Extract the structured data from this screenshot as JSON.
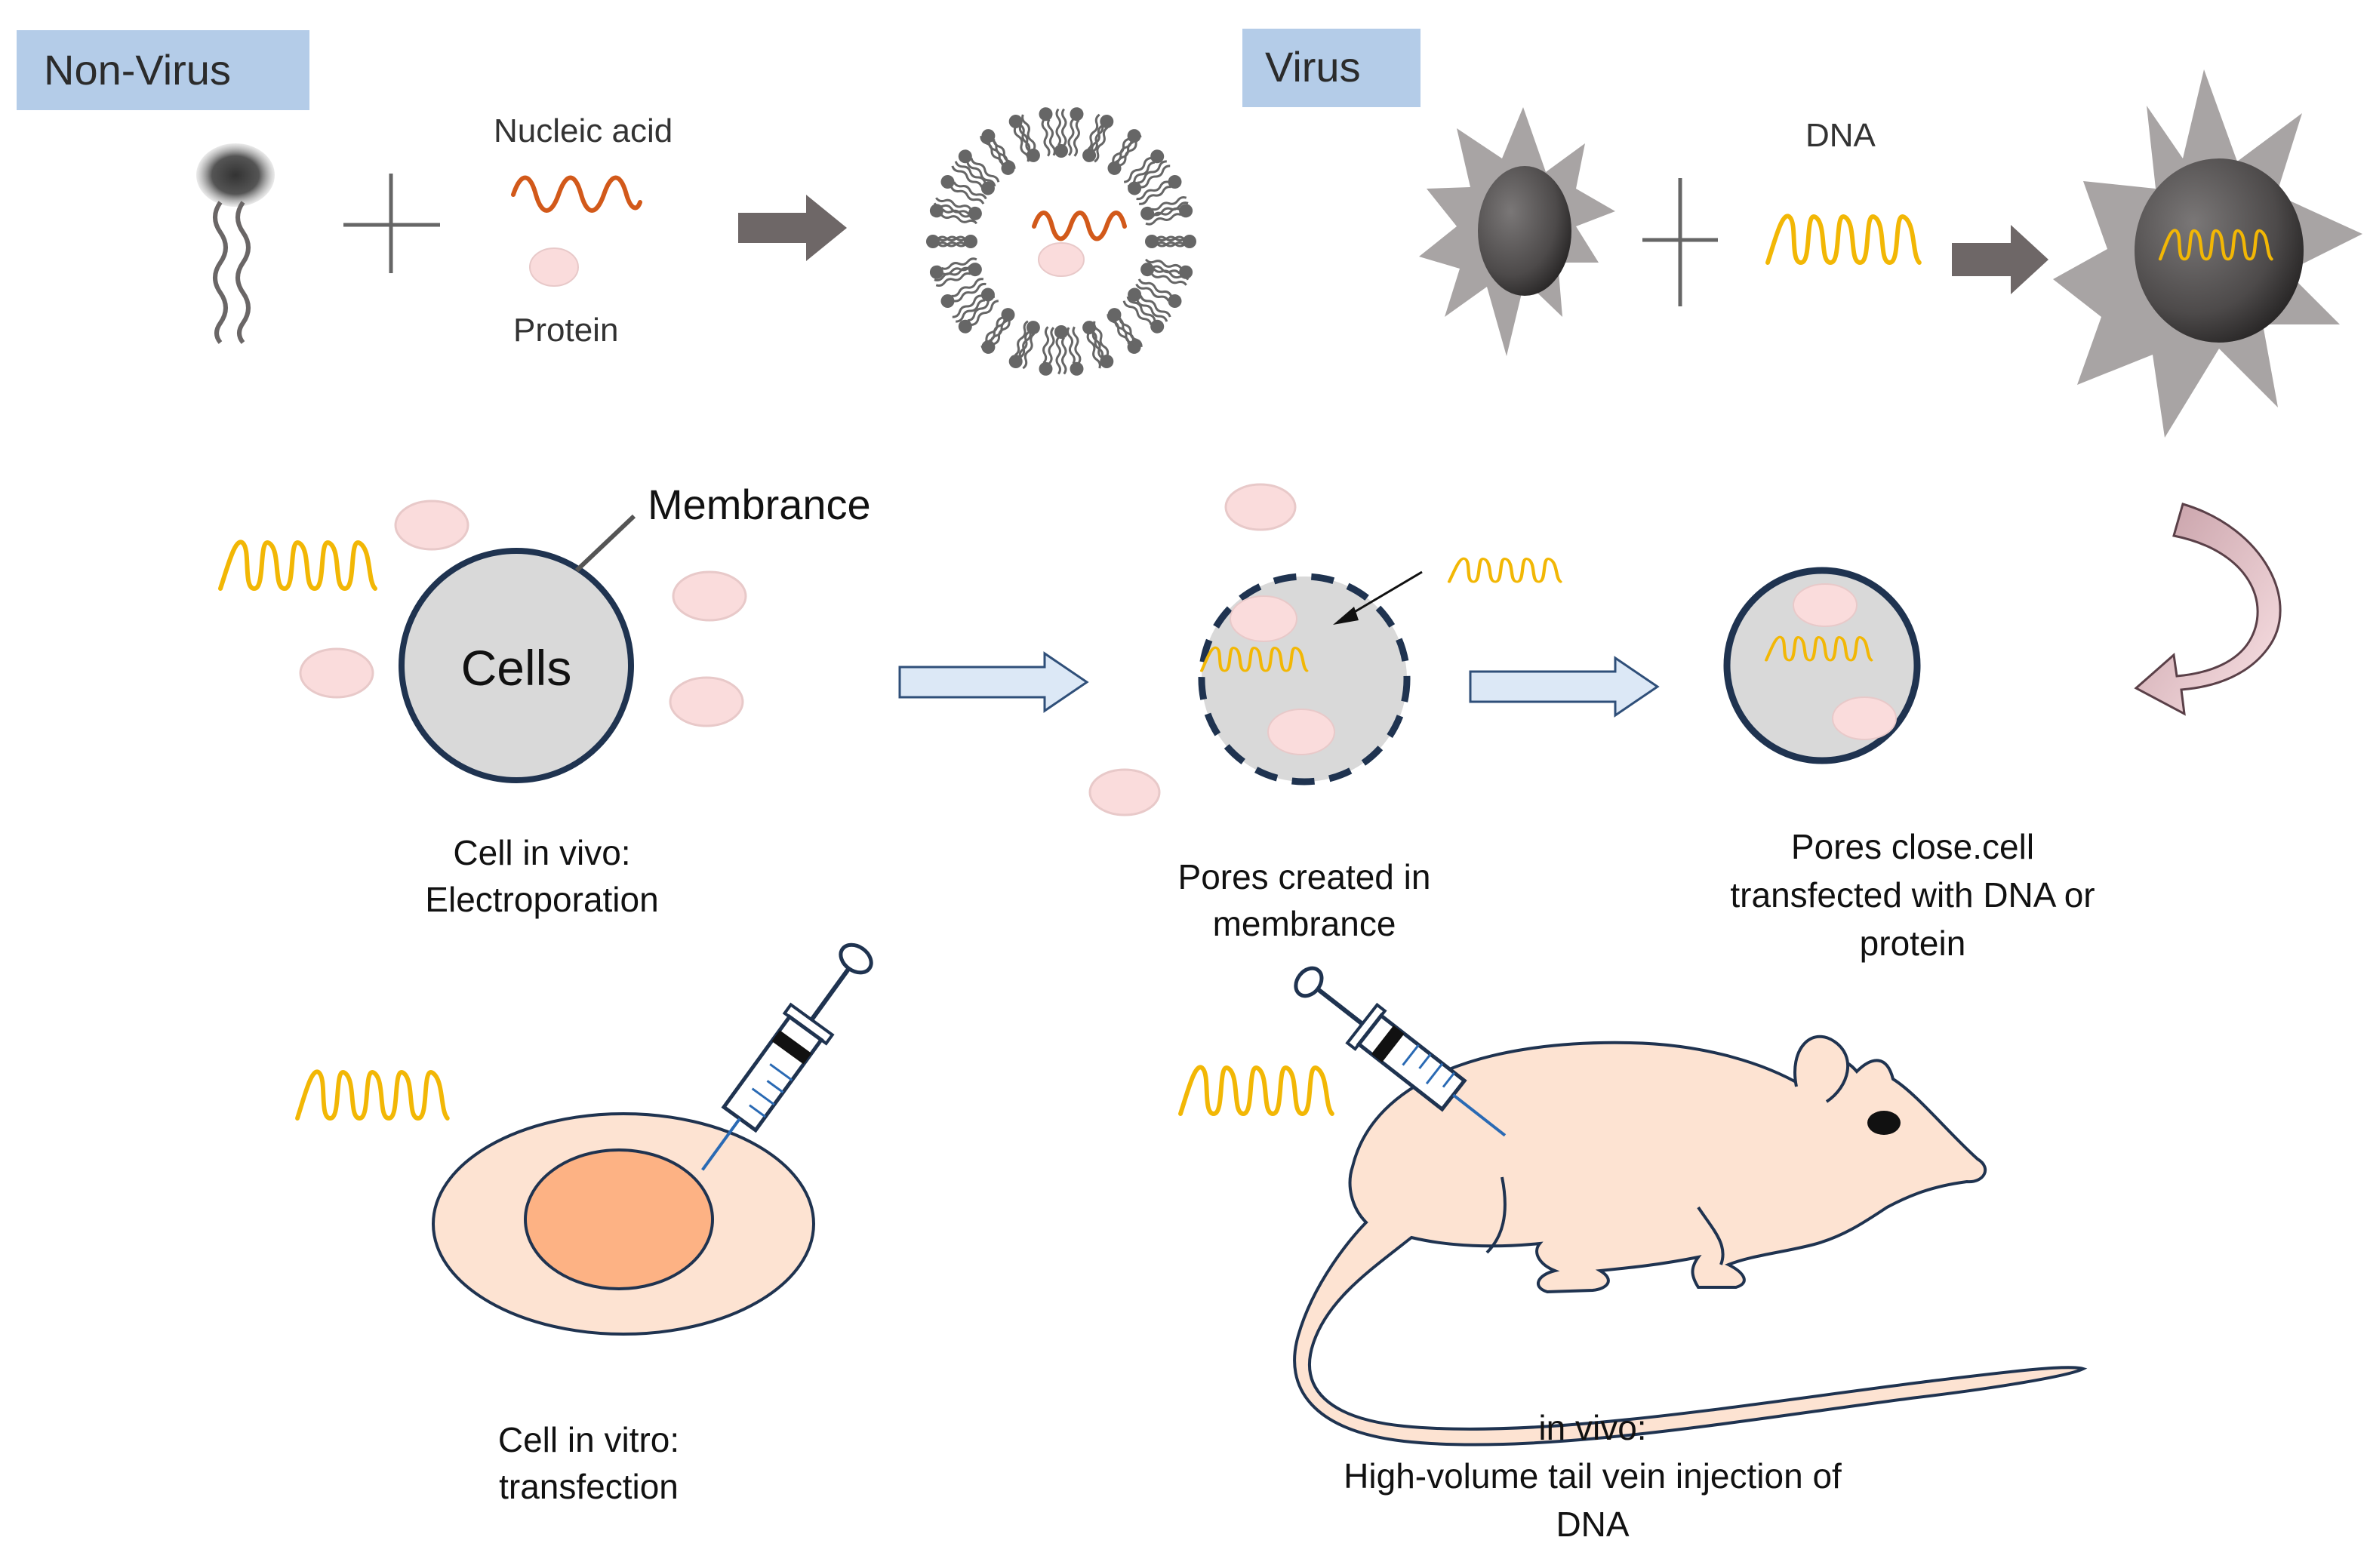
{
  "header": {
    "non_virus": "Non-Virus",
    "virus": "Virus"
  },
  "top_row": {
    "nucleic_acid": "Nucleic acid",
    "protein": "Protein",
    "dna": "DNA"
  },
  "middle_row": {
    "membrance": "Membrance",
    "cells": "Cells",
    "caption_1": [
      "Cell in vivo:",
      "Electroporation"
    ],
    "caption_2": [
      "Pores created in",
      "membrance"
    ],
    "caption_3": [
      "Pores close.cell",
      "transfected with DNA or",
      "protein"
    ]
  },
  "bottom_row": {
    "caption_left": [
      "Cell in vitro:",
      "transfection"
    ],
    "caption_right": [
      "in vivo:",
      "High-volume tail vein injection of",
      "DNA"
    ]
  },
  "colors": {
    "label_box": "#b4cce8",
    "dna": "#f2b705",
    "nucleic_acid": "#d2591a",
    "protein": "#fadcdc",
    "cell_fill": "#d9d9d9",
    "cell_border": "#1f3350",
    "mouse": "#fde3d2",
    "nucleus": "#fdb284",
    "arrow_gray": "#6e6767",
    "arrow_blue": "#dce8f6"
  }
}
